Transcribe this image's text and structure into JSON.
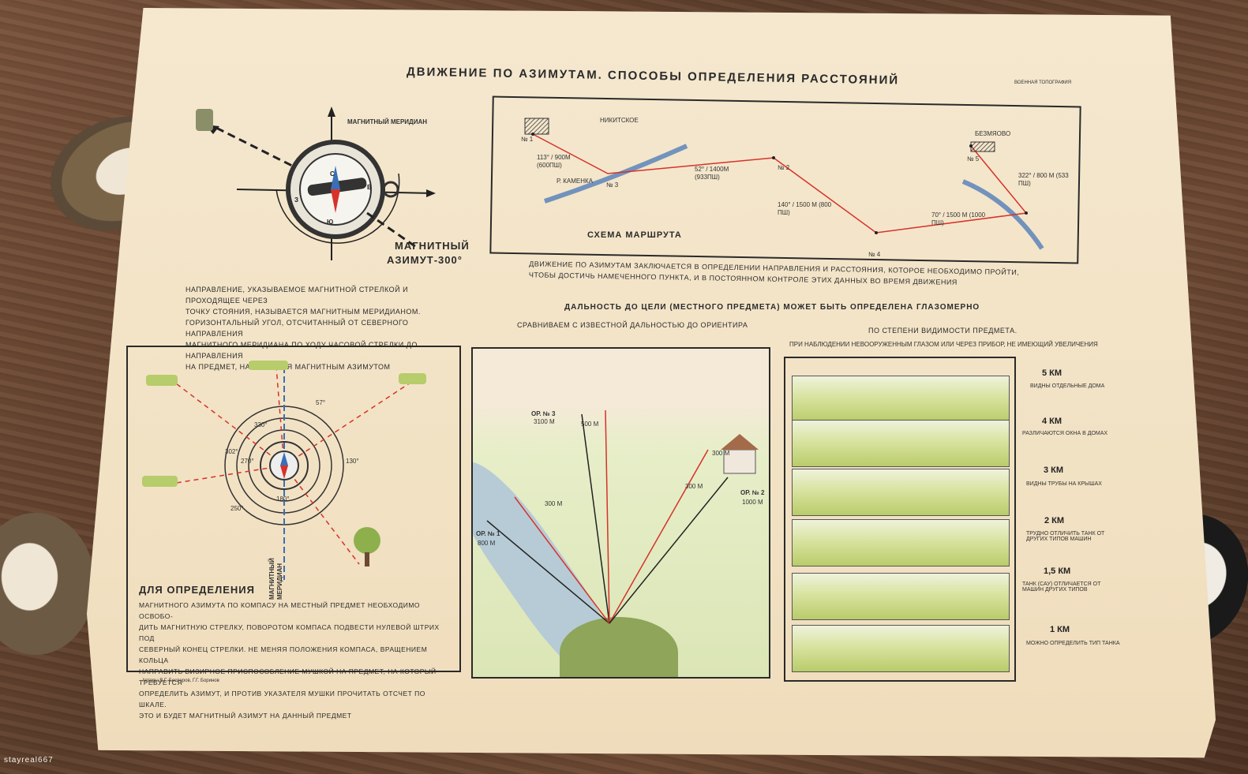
{
  "poster": {
    "title": "ДВИЖЕНИЕ ПО АЗИМУТАМ. СПОСОБЫ ОПРЕДЕЛЕНИЯ РАССТОЯНИЙ",
    "corner_label": "ВОЕННАЯ ТОПОГРАФИЯ",
    "compass": {
      "meridian_label": "МАГНИТНЫЙ МЕРИДИАН",
      "azimuth_label_1": "МАГНИТНЫЙ",
      "azimuth_label_2": "АЗИМУТ-300°",
      "n": "С",
      "s": "Ю",
      "e": "В",
      "w": "З"
    },
    "meridian_text": [
      "НАПРАВЛЕНИЕ, УКАЗЫВАЕМОЕ МАГНИТНОЙ СТРЕЛКОЙ И ПРОХОДЯЩЕЕ ЧЕРЕЗ",
      "ТОЧКУ СТОЯНИЯ, НАЗЫВАЕТСЯ МАГНИТНЫМ МЕРИДИАНОМ.",
      "ГОРИЗОНТАЛЬНЫЙ УГОЛ, ОТСЧИТАННЫЙ ОТ СЕВЕРНОГО НАПРАВЛЕНИЯ",
      "МАГНИТНОГО МЕРИДИАНА ПО ХОДУ ЧАСОВОЙ СТРЕЛКИ ДО НАПРАВЛЕНИЯ",
      "НА ПРЕДМЕТ, НАЗЫВАЕТСЯ МАГНИТНЫМ АЗИМУТОМ"
    ],
    "route": {
      "title": "СХЕМА МАРШРУТА",
      "places": [
        "НИКИТСКОЕ",
        "Р. КАМЕНКА",
        "БЕЗМЯОВО"
      ],
      "legs": [
        "113° / 900М (600ПШ)",
        "52° / 1400М (933ПШ)",
        "140° / 1500 М (800 ПШ)",
        "70° / 1500 М (1000 ПШ)",
        "322° / 800 М (533 ПШ)"
      ],
      "points": [
        "№ 1",
        "№ 2",
        "№ 3",
        "№ 4",
        "№ 5"
      ]
    },
    "movement_text": [
      "ДВИЖЕНИЕ ПО АЗИМУТАМ ЗАКЛЮЧАЕТСЯ В ОПРЕДЕЛЕНИИ НАПРАВЛЕНИЯ И РАССТОЯНИЯ, КОТОРОЕ НЕОБХОДИМО ПРОЙТИ,",
      "ЧТОБЫ ДОСТИЧЬ НАМЕЧЕННОГО ПУНКТА, И В ПОСТОЯННОМ КОНТРОЛЕ ЭТИХ ДАННЫХ ВО ВРЕМЯ ДВИЖЕНИЯ"
    ],
    "range_heading": "ДАЛЬНОСТЬ ДО ЦЕЛИ (МЕСТНОГО ПРЕДМЕТА) МОЖЕТ БЫТЬ ОПРЕДЕЛЕНА ГЛАЗОМЕРНО",
    "compare_text": "СРАВНИВАЕМ С ИЗВЕСТНОЙ ДАЛЬНОСТЬЮ ДО ОРИЕНТИРА",
    "visibility_text": "ПО СТЕПЕНИ ВИДИМОСТИ ПРЕДМЕТА.",
    "visibility_sub": "ПРИ НАБЛЮДЕНИИ НЕВООРУЖЕННЫМ ГЛАЗОМ ИЛИ ЧЕРЕЗ ПРИБОР, НЕ ИМЕЮЩИЙ УВЕЛИЧЕНИЯ",
    "diagram": {
      "angles": [
        "330°",
        "57°",
        "302°",
        "270°",
        "130°",
        "180°",
        "250°"
      ],
      "meridian": "МАГНИТНЫЙ МЕРИДИАН"
    },
    "define": {
      "heading": "ДЛЯ ОПРЕДЕЛЕНИЯ",
      "lines": [
        "МАГНИТНОГО АЗИМУТА ПО КОМПАСУ НА МЕСТНЫЙ ПРЕДМЕТ НЕОБХОДИМО ОСВОБО-",
        "ДИТЬ МАГНИТНУЮ СТРЕЛКУ, ПОВОРОТОМ КОМПАСА ПОДВЕСТИ НУЛЕВОЙ ШТРИХ ПОД",
        "СЕВЕРНЫЙ КОНЕЦ СТРЕЛКИ. НЕ МЕНЯЯ ПОЛОЖЕНИЯ КОМПАСА, ВРАЩЕНИЕМ КОЛЬЦА",
        "НАПРАВИТЬ ВИЗИРНОЕ ПРИСПОСОБЛЕНИЕ МУШКОЙ НА ПРЕДМЕТ, НА КОТОРЫЙ ТРЕБУЕТСЯ",
        "ОПРЕДЕЛИТЬ АЗИМУТ, И ПРОТИВ УКАЗАТЕЛЯ МУШКИ ПРОЧИТАТЬ ОТСЧЕТ ПО ШКАЛЕ.",
        "ЭТО И БУДЕТ МАГНИТНЫЙ АЗИМУТ НА ДАННЫЙ ПРЕДМЕТ"
      ]
    },
    "landmarks": [
      {
        "label": "ОР. № 3",
        "dist": "3100 М"
      },
      {
        "label": "ОР. № 2",
        "dist": "1000 М"
      },
      {
        "label": "ОР. № 1",
        "dist": "800 М"
      }
    ],
    "marks": [
      "300 М",
      "500 М",
      "300 М",
      "300 М"
    ],
    "distances": [
      {
        "km": "5 КМ",
        "caption": "ВИДНЫ ОТДЕЛЬНЫЕ ДОМА"
      },
      {
        "km": "4 КМ",
        "caption": "РАЗЛИЧАЮТСЯ ОКНА В ДОМАХ"
      },
      {
        "km": "3 КМ",
        "caption": "ВИДНЫ ТРУБЫ НА КРЫШАХ"
      },
      {
        "km": "2 КМ",
        "caption": "ТРУДНО ОТЛИЧИТЬ ТАНК ОТ ДРУГИХ ТИПОВ МАШИН"
      },
      {
        "km": "1,5 КМ",
        "caption": "ТАНК (САУ) ОТЛИЧАЕТСЯ ОТ МАШИН ДРУГИХ ТИПОВ"
      },
      {
        "km": "1 КМ",
        "caption": "МОЖНО ОПРЕДЕЛИТЬ ТИП ТАНКА"
      }
    ],
    "credits": "Авторы В.Г. Бесперов, Г.Г. Боринов",
    "watermark": "stayreal667"
  },
  "colors": {
    "paper": "#f3e4c8",
    "ink": "#2a2a2a",
    "red": "#d6322b",
    "blue": "#3a6fb7"
  }
}
